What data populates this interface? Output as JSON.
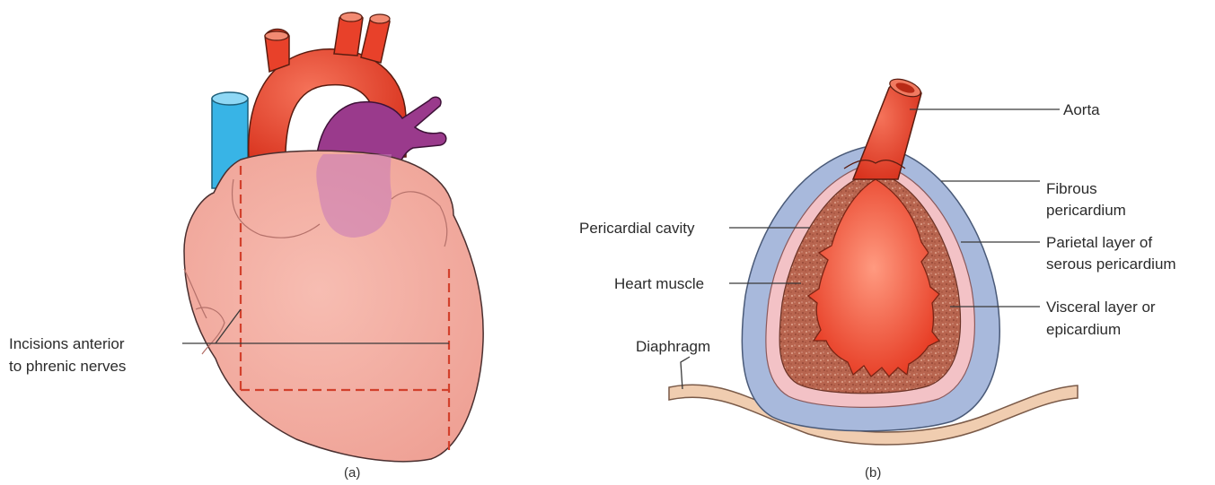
{
  "panel_a": {
    "caption": "(a)",
    "labels": {
      "incisions_line1": "Incisions anterior",
      "incisions_line2": "to phrenic nerves"
    }
  },
  "panel_b": {
    "caption": "(b)",
    "labels": {
      "aorta": "Aorta",
      "fibrous_line1": "Fibrous",
      "fibrous_line2": "pericardium",
      "parietal_line1": "Parietal layer of",
      "parietal_line2": "serous pericardium",
      "visceral_line1": "Visceral layer or",
      "visceral_line2": "epicardium",
      "pericardial_cavity": "Pericardial cavity",
      "heart_muscle": "Heart muscle",
      "diaphragm": "Diaphragm"
    }
  },
  "colors": {
    "heart_tissue": "#f2aaa0",
    "heart_outline": "#4a2f2f",
    "aorta_red": "#e8412a",
    "pulmonary_purple": "#9a3a8c",
    "vena_cava_blue": "#38b4e6",
    "incision_dash": "#d2402c",
    "fibrous_blue": "#a8b9dc",
    "parietal_pink": "#f3c2c6",
    "muscle_brown": "#b5654e",
    "diaphragm_beige": "#f0cdb0"
  }
}
